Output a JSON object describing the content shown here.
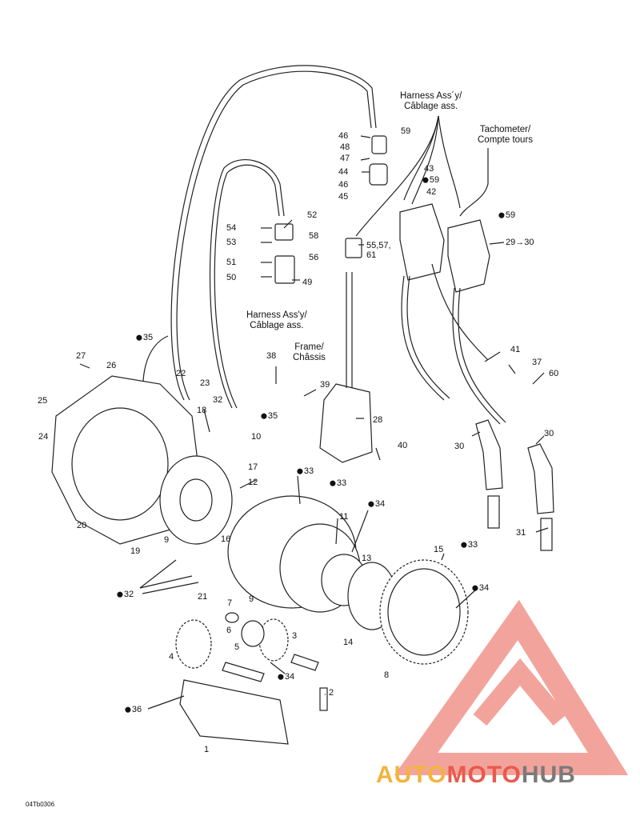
{
  "labels": {
    "harness_top": "Harness Ass´y/\nCâblage ass.",
    "tachometer": "Tachometer/\nCompte tours",
    "harness_mid": "Harness Ass'y/\nCâblage ass.",
    "frame": "Frame/\nChâssis"
  },
  "callouts": [
    {
      "id": "c59a",
      "text": "59",
      "drop": false
    },
    {
      "id": "c46a",
      "text": "46",
      "drop": false
    },
    {
      "id": "c48",
      "text": "48",
      "drop": false
    },
    {
      "id": "c47",
      "text": "47",
      "drop": false
    },
    {
      "id": "c44",
      "text": "44",
      "drop": false
    },
    {
      "id": "c43",
      "text": "43",
      "drop": false
    },
    {
      "id": "c59b",
      "text": "59",
      "drop": true
    },
    {
      "id": "c46b",
      "text": "46",
      "drop": false
    },
    {
      "id": "c42",
      "text": "42",
      "drop": false
    },
    {
      "id": "c45",
      "text": "45",
      "drop": false
    },
    {
      "id": "c59c",
      "text": "59",
      "drop": true
    },
    {
      "id": "c52",
      "text": "52",
      "drop": false
    },
    {
      "id": "c54",
      "text": "54",
      "drop": false
    },
    {
      "id": "c58",
      "text": "58",
      "drop": false
    },
    {
      "id": "c53",
      "text": "53",
      "drop": false
    },
    {
      "id": "c55",
      "text": "55,57,\n61",
      "drop": false
    },
    {
      "id": "c29",
      "text": "29",
      "drop": false
    },
    {
      "id": "c51",
      "text": "51",
      "drop": false
    },
    {
      "id": "c56",
      "text": "56",
      "drop": false
    },
    {
      "id": "c50",
      "text": "50",
      "drop": false
    },
    {
      "id": "c49",
      "text": "49",
      "drop": false
    },
    {
      "id": "c35a",
      "text": "35",
      "drop": true
    },
    {
      "id": "c41",
      "text": "41",
      "drop": false
    },
    {
      "id": "c27",
      "text": "27",
      "drop": false
    },
    {
      "id": "c38",
      "text": "38",
      "drop": false
    },
    {
      "id": "c37",
      "text": "37",
      "drop": false
    },
    {
      "id": "c26",
      "text": "26",
      "drop": false
    },
    {
      "id": "c60",
      "text": "60",
      "drop": false
    },
    {
      "id": "c22",
      "text": "22",
      "drop": false
    },
    {
      "id": "c23",
      "text": "23",
      "drop": false
    },
    {
      "id": "c39",
      "text": "39",
      "drop": false
    },
    {
      "id": "c25",
      "text": "25",
      "drop": false
    },
    {
      "id": "c32a",
      "text": "32",
      "drop": false
    },
    {
      "id": "c18",
      "text": "18",
      "drop": false
    },
    {
      "id": "c35b",
      "text": "35",
      "drop": true
    },
    {
      "id": "c28",
      "text": "28",
      "drop": false
    },
    {
      "id": "c24",
      "text": "24",
      "drop": false
    },
    {
      "id": "c10",
      "text": "10",
      "drop": false
    },
    {
      "id": "c30a",
      "text": "30",
      "drop": false
    },
    {
      "id": "c30b",
      "text": "30",
      "drop": false
    },
    {
      "id": "c40",
      "text": "40",
      "drop": false
    },
    {
      "id": "c17",
      "text": "17",
      "drop": false
    },
    {
      "id": "c33a",
      "text": "33",
      "drop": true
    },
    {
      "id": "c12",
      "text": "12",
      "drop": false
    },
    {
      "id": "c33b",
      "text": "33",
      "drop": true
    },
    {
      "id": "c34a",
      "text": "34",
      "drop": true
    },
    {
      "id": "c11",
      "text": "11",
      "drop": false
    },
    {
      "id": "c20",
      "text": "20",
      "drop": false
    },
    {
      "id": "c16",
      "text": "16",
      "drop": false
    },
    {
      "id": "c31",
      "text": "31",
      "drop": false
    },
    {
      "id": "c9a",
      "text": "9",
      "drop": false
    },
    {
      "id": "c19",
      "text": "19",
      "drop": false
    },
    {
      "id": "c13",
      "text": "13",
      "drop": false
    },
    {
      "id": "c15",
      "text": "15",
      "drop": false
    },
    {
      "id": "c33c",
      "text": "33",
      "drop": true
    },
    {
      "id": "c34b",
      "text": "34",
      "drop": true
    },
    {
      "id": "c32b",
      "text": "32",
      "drop": true
    },
    {
      "id": "c21",
      "text": "21",
      "drop": false
    },
    {
      "id": "c9b",
      "text": "9",
      "drop": false
    },
    {
      "id": "c7",
      "text": "7",
      "drop": false
    },
    {
      "id": "c6",
      "text": "6",
      "drop": false
    },
    {
      "id": "c3",
      "text": "3",
      "drop": false
    },
    {
      "id": "c14",
      "text": "14",
      "drop": false
    },
    {
      "id": "c4",
      "text": "4",
      "drop": false
    },
    {
      "id": "c5",
      "text": "5",
      "drop": false
    },
    {
      "id": "c34c",
      "text": "34",
      "drop": true
    },
    {
      "id": "c8",
      "text": "8",
      "drop": false
    },
    {
      "id": "c2",
      "text": "2",
      "drop": false
    },
    {
      "id": "c36",
      "text": "36",
      "drop": true
    },
    {
      "id": "c1",
      "text": "1",
      "drop": false
    }
  ],
  "arrow_29": "→30",
  "drawing_code": "04Tb0306",
  "watermark": {
    "part1": "AUTO",
    "part2": "MOTO",
    "part3": "HUB"
  },
  "colors": {
    "line": "#222222",
    "watermark_red": "#e95a4c",
    "watermark_orange": "#f2b43c",
    "watermark_gray": "#7a7a7a"
  }
}
